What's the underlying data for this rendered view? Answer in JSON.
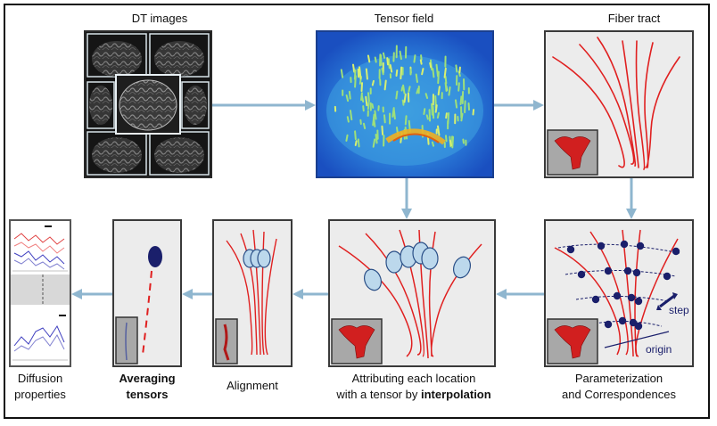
{
  "labels": {
    "dt_images": "DT images",
    "tensor_field": "Tensor field",
    "fiber_tract": "Fiber tract",
    "param_line1": "Parameterization",
    "param_line2": "and Correspondences",
    "interp_line1": "Attributing each location",
    "interp_line2_pre": "with a tensor by ",
    "interp_line2_bold": "interpolation",
    "alignment": "Alignment",
    "avg_line1": "Averaging",
    "avg_line2": "tensors",
    "diff_line1": "Diffusion",
    "diff_line2": "properties",
    "step": "step",
    "origin": "origin"
  },
  "colors": {
    "arrow": "#8fb6cf",
    "fiber": "#e02020",
    "node": "#1a1f6b",
    "ellipse_fill": "#bcd8ec",
    "ellipse_stroke": "#2a4f87",
    "tensor_bg": "#1a54c8",
    "panel_bg": "#ececec"
  },
  "icons": [
    "red-fiber-bundle-thumbnail-icon"
  ]
}
